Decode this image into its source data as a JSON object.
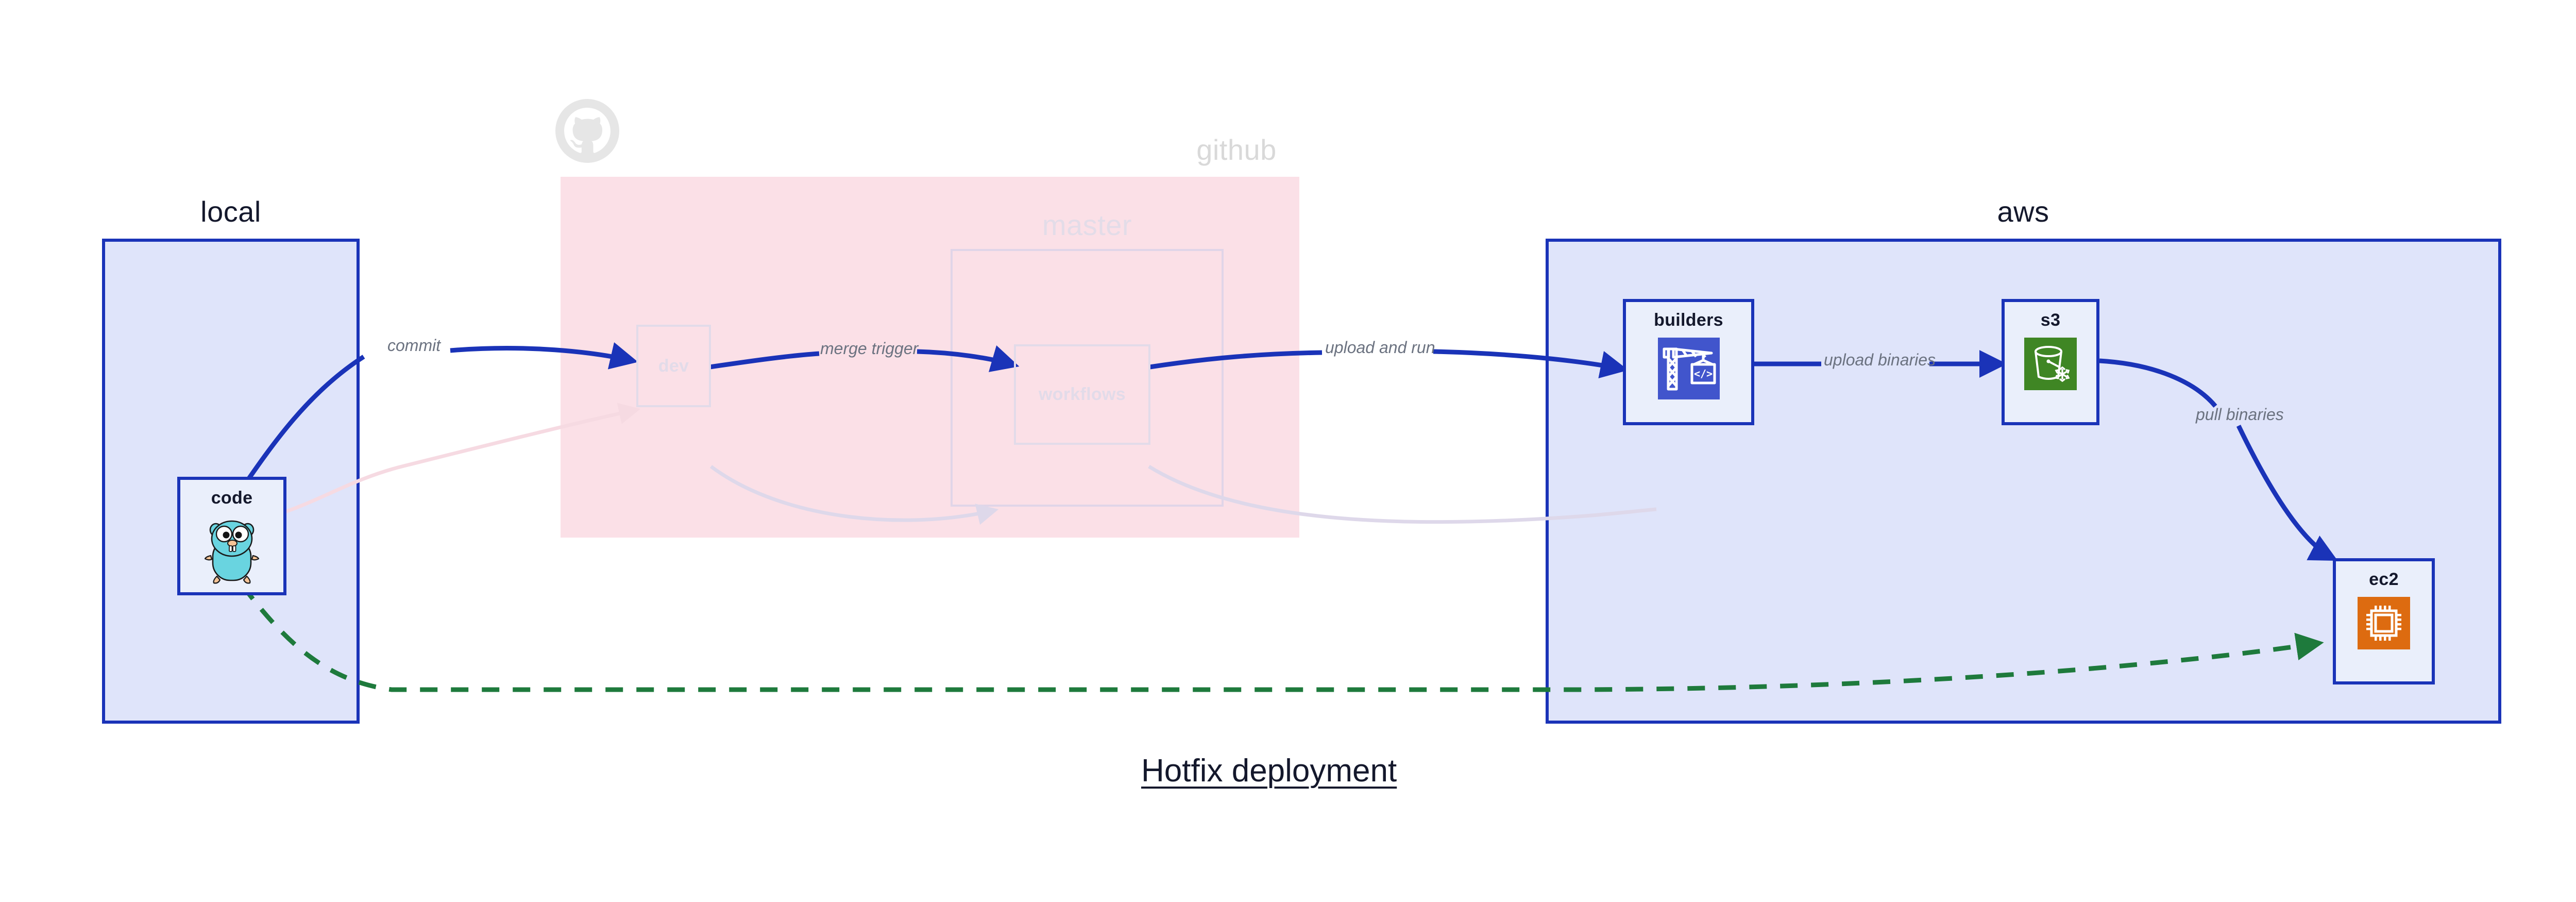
{
  "diagram": {
    "title": "Hotfix deployment",
    "groups": [
      {
        "id": "local",
        "label": "local"
      },
      {
        "id": "github",
        "label": "github"
      },
      {
        "id": "master",
        "label": "master"
      },
      {
        "id": "aws",
        "label": "aws"
      }
    ],
    "nodes": [
      {
        "id": "code",
        "label": "code",
        "icon": "go-gopher-icon",
        "group": "local",
        "state": "active"
      },
      {
        "id": "dev",
        "label": "dev",
        "icon": "none",
        "group": "github",
        "state": "faded"
      },
      {
        "id": "workflows",
        "label": "workflows",
        "icon": "none",
        "group": "master",
        "state": "faded"
      },
      {
        "id": "builders",
        "label": "builders",
        "icon": "aws-codebuild-icon",
        "group": "aws",
        "state": "active"
      },
      {
        "id": "s3",
        "label": "s3",
        "icon": "aws-s3-glacier-icon",
        "group": "aws",
        "state": "active"
      },
      {
        "id": "ec2",
        "label": "ec2",
        "icon": "aws-ec2-icon",
        "group": "aws",
        "state": "active"
      }
    ],
    "edges": [
      {
        "id": "code-dev",
        "from": "code",
        "to": "dev",
        "label": "commit",
        "style": "solid",
        "color": "#1a33b8",
        "state": "active"
      },
      {
        "id": "dev-workflows",
        "from": "dev",
        "to": "workflows",
        "label": "merge trigger",
        "style": "solid",
        "color": "#1a33b8",
        "state": "active"
      },
      {
        "id": "workflows-builders",
        "from": "workflows",
        "to": "builders",
        "label": "upload and run",
        "style": "solid",
        "color": "#1a33b8",
        "state": "active"
      },
      {
        "id": "builders-s3",
        "from": "builders",
        "to": "s3",
        "label": "upload binaries",
        "style": "solid",
        "color": "#1a33b8",
        "state": "active"
      },
      {
        "id": "s3-ec2",
        "from": "s3",
        "to": "ec2",
        "label": "pull binaries",
        "style": "solid",
        "color": "#1a33b8",
        "state": "active"
      },
      {
        "id": "code-ec2",
        "from": "code",
        "to": "ec2",
        "label": "",
        "style": "dashed",
        "color": "#1e7a3c",
        "state": "active"
      },
      {
        "id": "code-dev-faded",
        "from": "code",
        "to": "dev",
        "label": "",
        "style": "solid",
        "color": "#f7dbe2",
        "state": "faded"
      },
      {
        "id": "dev-workflows-faded",
        "from": "dev",
        "to": "workflows",
        "label": "",
        "style": "solid",
        "color": "#ded8ea",
        "state": "faded"
      },
      {
        "id": "workflows-out-faded",
        "from": "workflows",
        "to": "builders",
        "label": "",
        "style": "solid",
        "color": "#ded8ea",
        "state": "faded"
      }
    ],
    "colors": {
      "group_fill_blue": "#dfe4fa",
      "group_fill_pink": "#fbe0e7",
      "node_fill": "#eaeffb",
      "border_blue": "#1a33b8",
      "edge_green": "#1e7a3c",
      "label_gray": "#6b7280",
      "text_dark": "#14182c",
      "codebuild_purple": "#4155cc",
      "glacier_green": "#3f8624",
      "ec2_orange": "#dd6b10",
      "gopher_cyan": "#69d4e0"
    },
    "logos": [
      {
        "id": "github-logo",
        "name": "github-octocat-icon",
        "state": "faded"
      }
    ]
  }
}
